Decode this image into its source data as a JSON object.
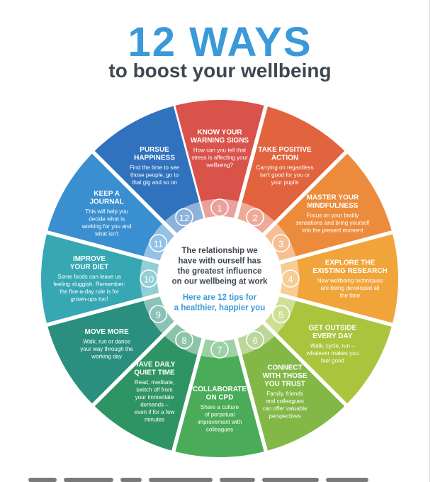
{
  "title": "12 WAYS",
  "subtitle": "to boost your wellbeing",
  "center": {
    "statement": [
      "The relationship we",
      "have with ourself has",
      "the greatest influence",
      "on our wellbeing at work"
    ],
    "tips": [
      "Here are 12 tips for",
      "a healthier, happier you"
    ]
  },
  "colors": {
    "title": "#3a9ad9",
    "subtitle": "#3f4751",
    "tips": "#3a9ad9"
  },
  "segments": [
    {
      "num": "1",
      "color": "#d9534a",
      "title": [
        "KNOW YOUR",
        "WARNING SIGNS"
      ],
      "desc": [
        "How can you tell that",
        "stress is affecting your",
        "wellbeing?"
      ]
    },
    {
      "num": "2",
      "color": "#e2643e",
      "title": [
        "TAKE POSITIVE",
        "ACTION"
      ],
      "desc": [
        "Carrying on regardless",
        "isn't good for you or",
        "your pupils"
      ]
    },
    {
      "num": "3",
      "color": "#ec8b3b",
      "title": [
        "MASTER YOUR",
        "MINDFULNESS"
      ],
      "desc": [
        "Focus on your bodily",
        "sensations and bring yourself",
        "into the present moment"
      ]
    },
    {
      "num": "4",
      "color": "#f0a43a",
      "title": [
        "EXPLORE THE",
        "EXISTING RESEARCH"
      ],
      "desc": [
        "New wellbeing techniques",
        "are being developed all",
        "the time"
      ]
    },
    {
      "num": "5",
      "color": "#aac43e",
      "title": [
        "GET OUTSIDE",
        "EVERY DAY"
      ],
      "desc": [
        "Walk, cycle, run –",
        "whatever makes you",
        "feel good"
      ]
    },
    {
      "num": "6",
      "color": "#83b847",
      "title": [
        "CONNECT",
        "WITH THOSE",
        "YOU TRUST"
      ],
      "desc": [
        "Family, friends",
        "and colleagues",
        "can offer valuable",
        "perspectives"
      ]
    },
    {
      "num": "7",
      "color": "#4aab58",
      "title": [
        "COLLABORATE",
        "ON CPD"
      ],
      "desc": [
        "Share a culture",
        "of perpetual",
        "improvement with",
        "colleagues"
      ]
    },
    {
      "num": "8",
      "color": "#2f9463",
      "title": [
        "HAVE DAILY",
        "QUIET TIME"
      ],
      "desc": [
        "Read, meditate,",
        "switch off from",
        "your immediate",
        "demands –",
        "even if for a few",
        "minutes"
      ]
    },
    {
      "num": "9",
      "color": "#2a8f7e",
      "title": [
        "MOVE MORE"
      ],
      "desc": [
        "Walk, run or dance",
        "your way through the",
        "working day"
      ]
    },
    {
      "num": "10",
      "color": "#36a7b3",
      "title": [
        "IMPROVE",
        "YOUR DIET"
      ],
      "desc": [
        "Some foods can leave us",
        "feeling sluggish. Remember:",
        "the five-a-day rule is for",
        "grown-ups too!"
      ]
    },
    {
      "num": "11",
      "color": "#3a8fd0",
      "title": [
        "KEEP A",
        "JOURNAL"
      ],
      "desc": [
        "This will help you",
        "decide what is",
        "working for you and",
        "what isn't"
      ]
    },
    {
      "num": "12",
      "color": "#3072be",
      "title": [
        "PURSUE",
        "HAPPINESS"
      ],
      "desc": [
        "Find the time to see",
        "those people, go to",
        "that gig and so on"
      ]
    }
  ]
}
